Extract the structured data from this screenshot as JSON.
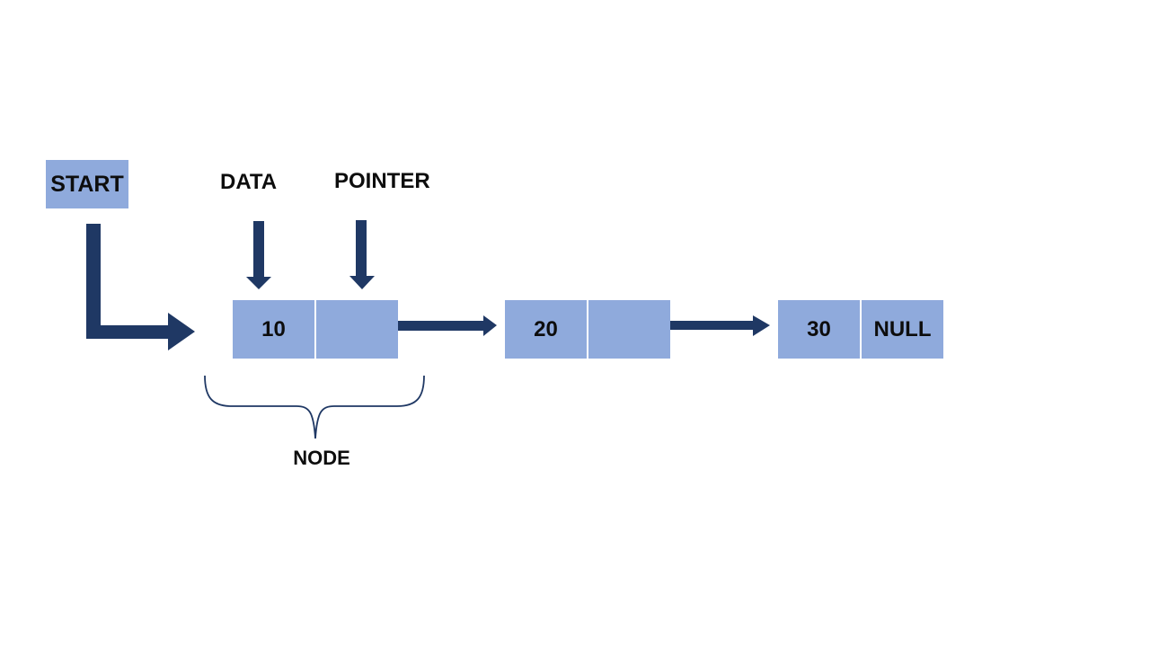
{
  "diagram": {
    "start": {
      "label": "START"
    },
    "column_labels": {
      "data": "DATA",
      "pointer": "POINTER"
    },
    "nodes": [
      {
        "data": "10",
        "pointer": ""
      },
      {
        "data": "20",
        "pointer": ""
      },
      {
        "data": "30",
        "pointer": "NULL"
      }
    ],
    "node_caption": "NODE",
    "icons": {
      "elbow_arrow": "elbow-right-arrow",
      "down_arrow": "down-arrow",
      "link_arrow": "right-arrow",
      "brace": "curly-brace-under"
    },
    "colors": {
      "box_fill": "#8FAADC",
      "arrow": "#1F3864",
      "text": "#0d0d0d",
      "background": "#FFFFFF"
    }
  }
}
